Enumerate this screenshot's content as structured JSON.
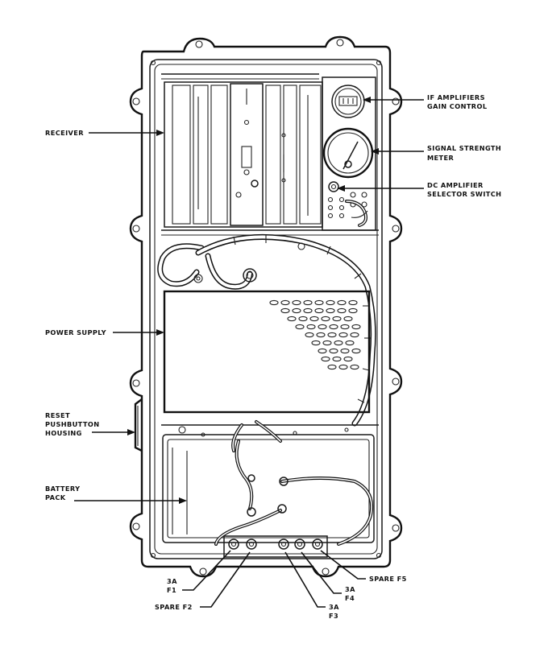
{
  "labels": {
    "receiver": "RECEIVER",
    "if_gain_1": "IF AMPLIFIERS",
    "if_gain_2": "GAIN CONTROL",
    "signal_1": "SIGNAL STRENGTH",
    "signal_2": "METER",
    "dc_amp_1": "DC AMPLIFIER",
    "dc_amp_2": "SELECTOR SWITCH",
    "power_supply": "POWER SUPPLY",
    "reset_1": "RESET",
    "reset_2": "PUSHBUTTON",
    "reset_3": "HOUSING",
    "battery_1": "BATTERY",
    "battery_2": "PACK",
    "f1_1": "3A",
    "f1_2": "F1",
    "spare_f2": "SPARE F2",
    "f3_1": "3A",
    "f3_2": "F3",
    "f4_1": "3A",
    "f4_2": "F4",
    "spare_f5": "SPARE F5"
  }
}
